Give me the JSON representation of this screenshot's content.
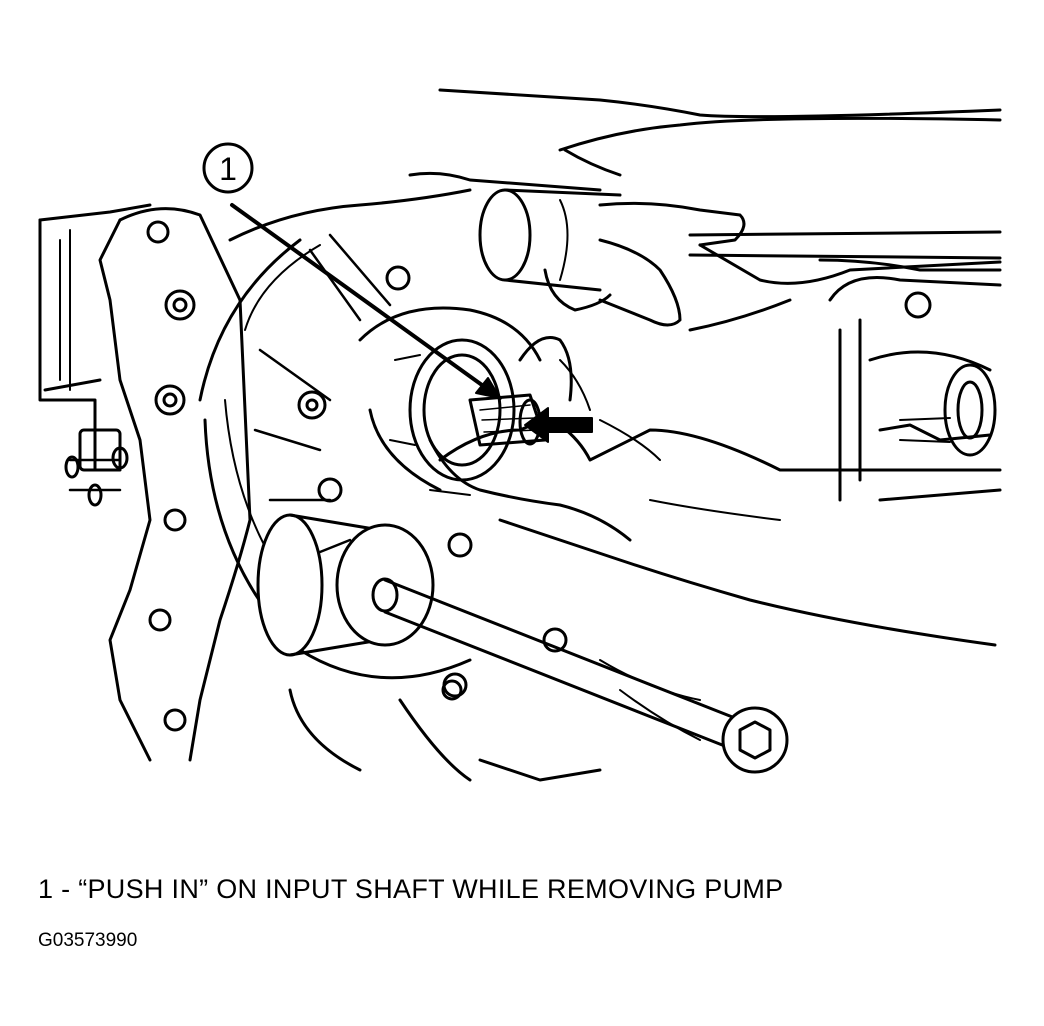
{
  "figure": {
    "callout_number": "1",
    "caption": "1 - “PUSH IN” ON INPUT SHAFT WHILE REMOVING PUMP",
    "figure_id": "G03573990"
  },
  "colors": {
    "ink": "#000000",
    "paper": "#ffffff"
  }
}
